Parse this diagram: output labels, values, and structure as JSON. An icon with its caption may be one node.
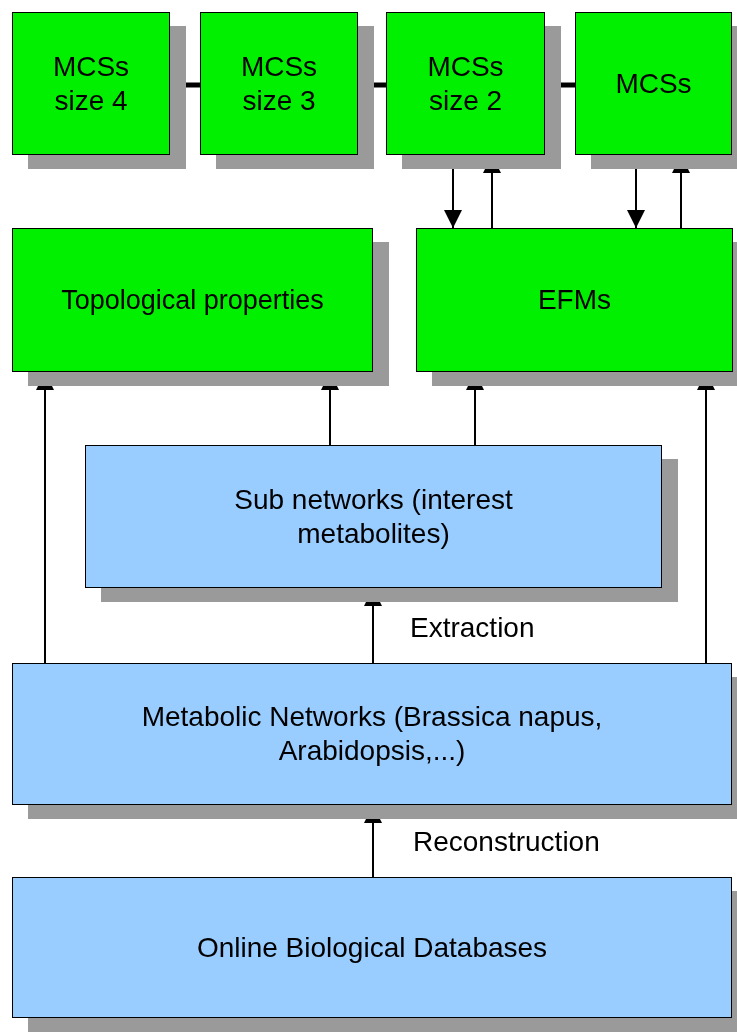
{
  "diagram": {
    "nodes": [
      {
        "text": [
          "MCSs size 4"
        ]
      },
      {
        "text": [
          "MCSs size 3"
        ]
      },
      {
        "text": [
          "MCSs size 2"
        ]
      },
      {
        "text": [
          "MCSs"
        ]
      },
      {
        "text": [
          "Topological properties"
        ]
      },
      {
        "text": [
          "EFMs"
        ]
      },
      {
        "text": [
          "Sub networks (interest metabolites)"
        ]
      },
      {
        "text": [
          "Metabolic Networks (Brassica napus, Arabidopsis,...)"
        ]
      },
      {
        "text": [
          "Online Biological Databases"
        ]
      }
    ],
    "edges": [
      {
        "from": 0,
        "to": 1,
        "arrow": "none",
        "style": "thick"
      },
      {
        "from": 1,
        "to": 2,
        "arrow": "none",
        "style": "thick"
      },
      {
        "from": 2,
        "to": 3,
        "arrow": "none",
        "style": "thick"
      },
      {
        "from": 2,
        "to": 5,
        "arrow": "to"
      },
      {
        "from": 5,
        "to": 2,
        "arrow": "to"
      },
      {
        "from": 3,
        "to": 5,
        "arrow": "to"
      },
      {
        "from": 5,
        "to": 3,
        "arrow": "to"
      },
      {
        "from": 7,
        "to": 4,
        "arrow": "to"
      },
      {
        "from": 6,
        "to": 4,
        "arrow": "to"
      },
      {
        "from": 6,
        "to": 5,
        "arrow": "to"
      },
      {
        "from": 7,
        "to": 5,
        "arrow": "to"
      },
      {
        "from": 7,
        "to": 6,
        "arrow": "to",
        "label": "Extraction"
      },
      {
        "from": 8,
        "to": 7,
        "arrow": "to",
        "label": "Reconstruction"
      }
    ]
  }
}
